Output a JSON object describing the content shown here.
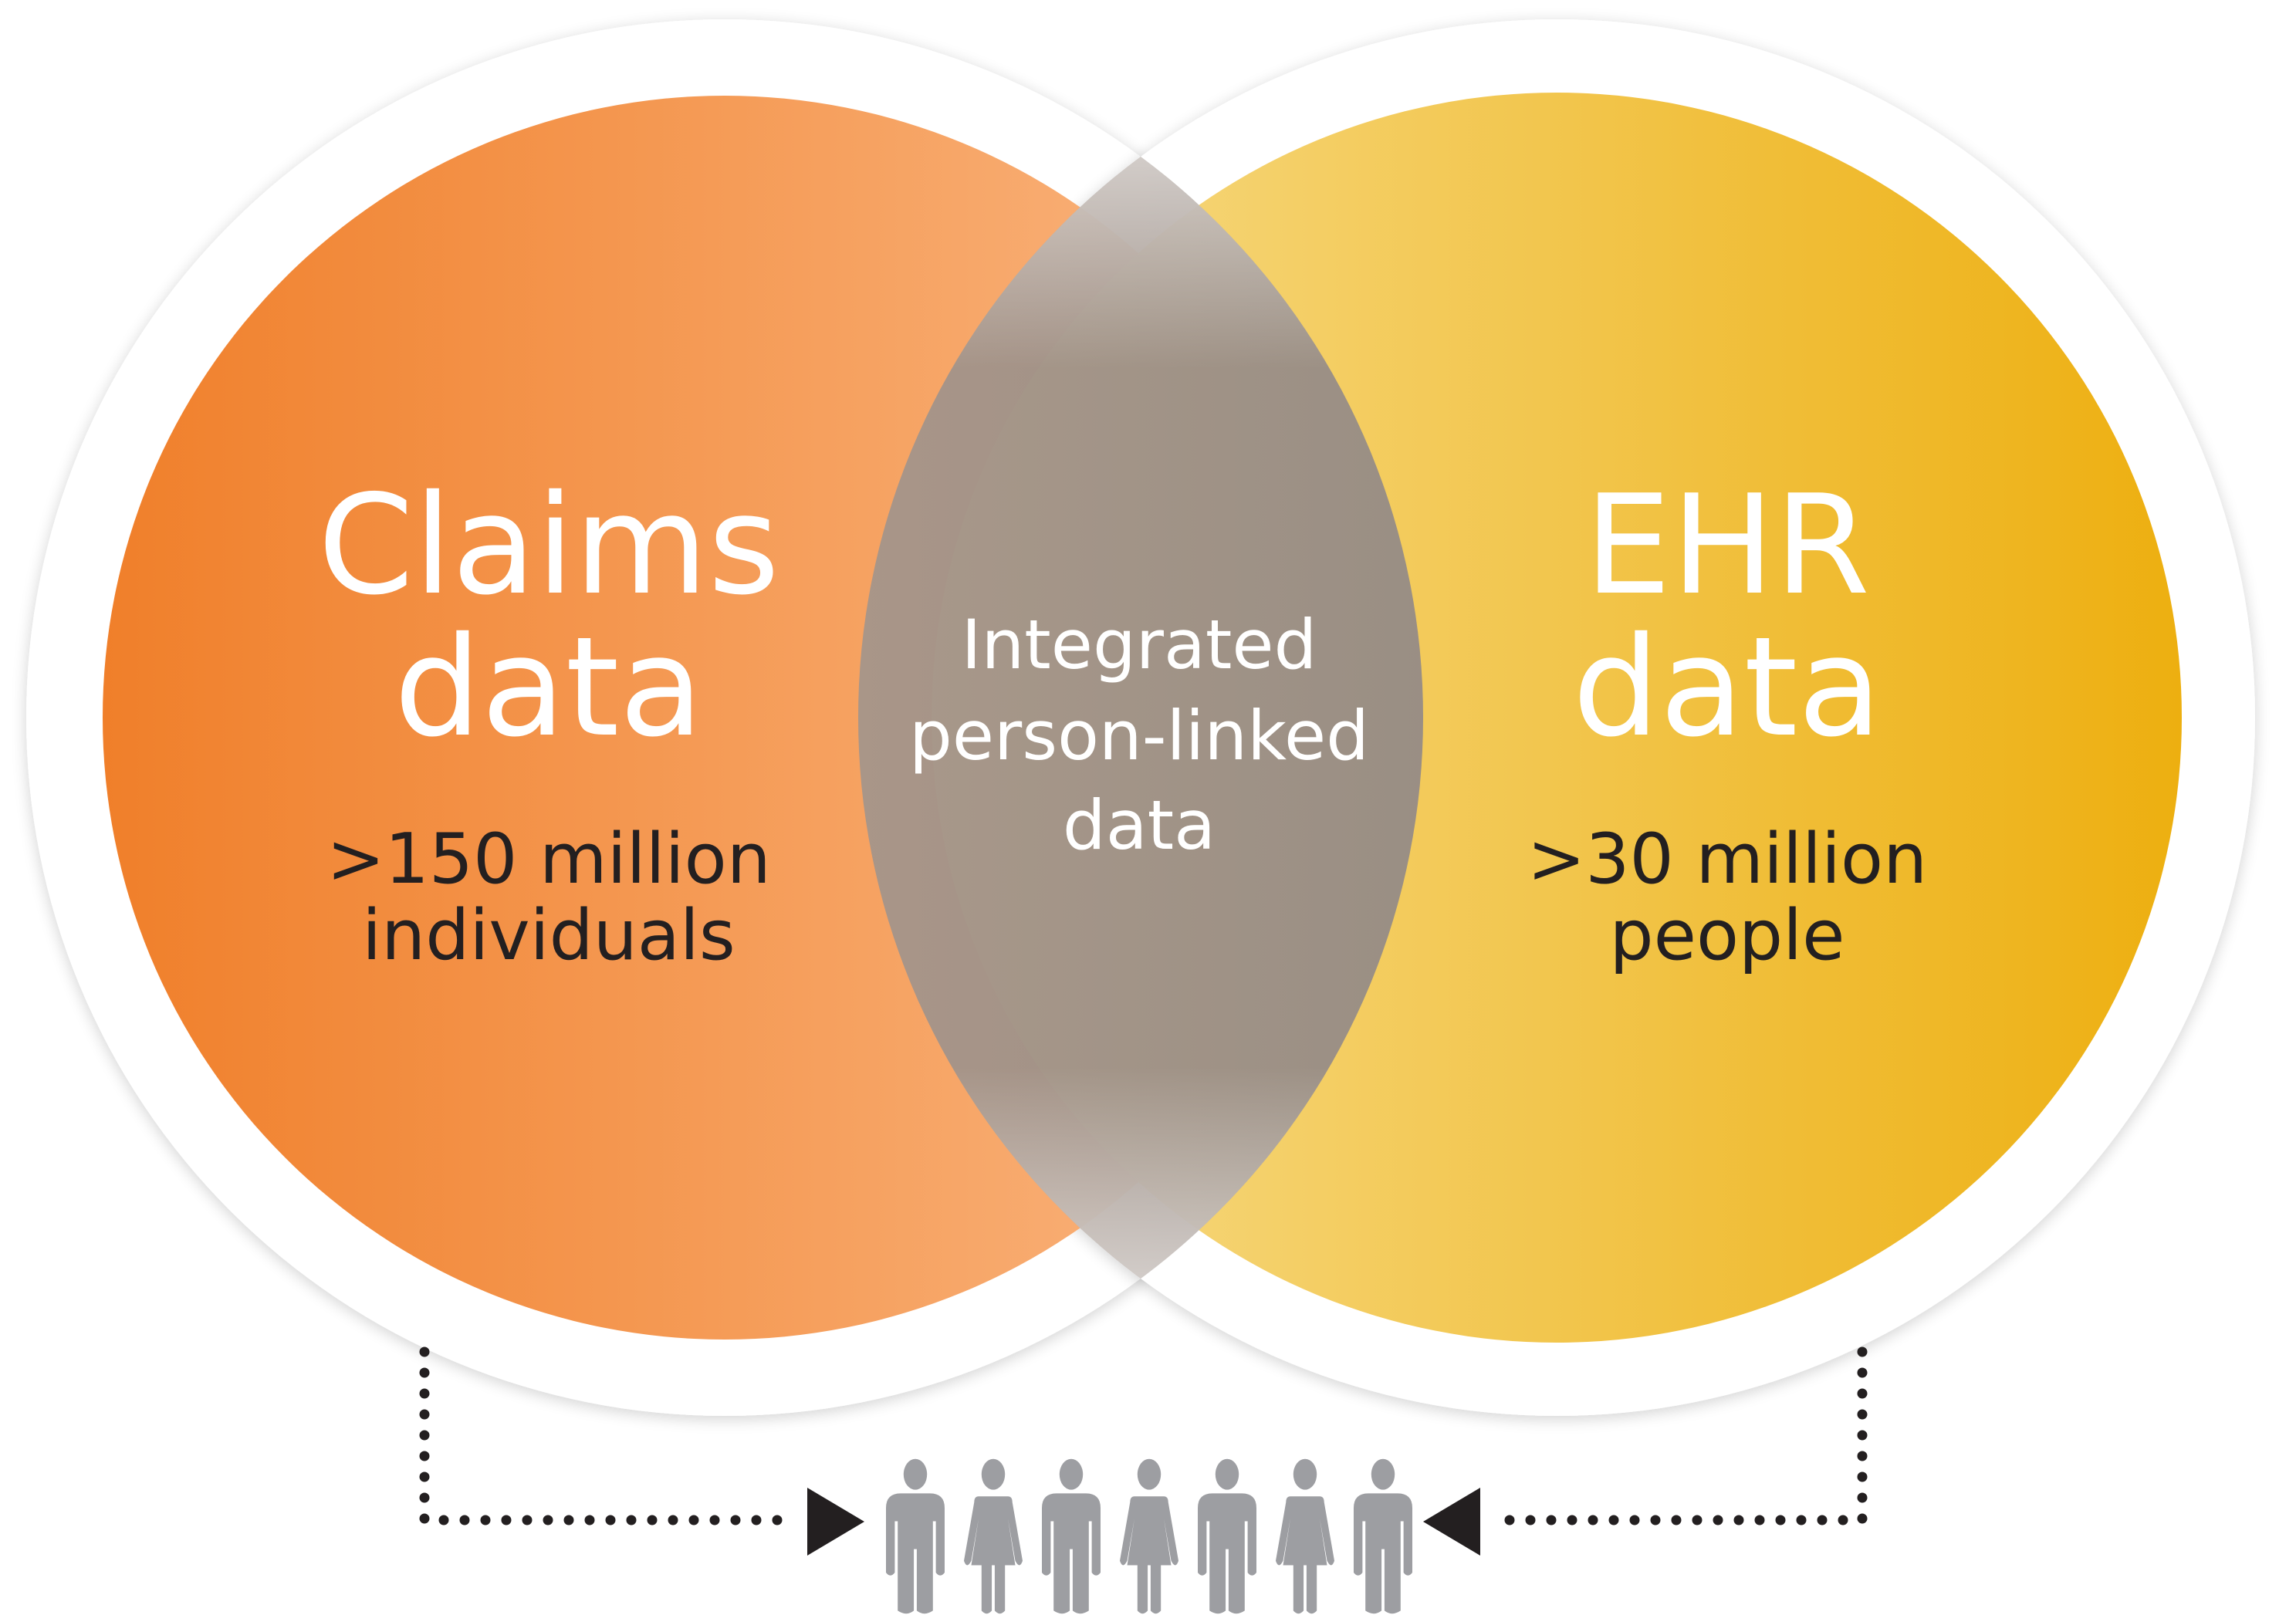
{
  "left_circle": {
    "title_line1": "Claims",
    "title_line2": "data",
    "stat_line1": ">150 million",
    "stat_line2": "individuals"
  },
  "right_circle": {
    "title_line1": "EHR",
    "title_line2": "data",
    "stat_line1": ">30 million",
    "stat_line2": "people"
  },
  "overlap": {
    "line1": "Integrated",
    "line2": "person-linked",
    "line3": "data"
  },
  "people": [
    "man",
    "woman",
    "man",
    "woman",
    "man",
    "woman",
    "man"
  ],
  "colors": {
    "claims_dark": "#f07f2a",
    "claims_light": "#f9b37f",
    "ehr_light": "#f5d67c",
    "ehr_dark": "#edb011",
    "overlap": "#808080",
    "people": "#9d9ea2",
    "arrow": "#231f20"
  }
}
